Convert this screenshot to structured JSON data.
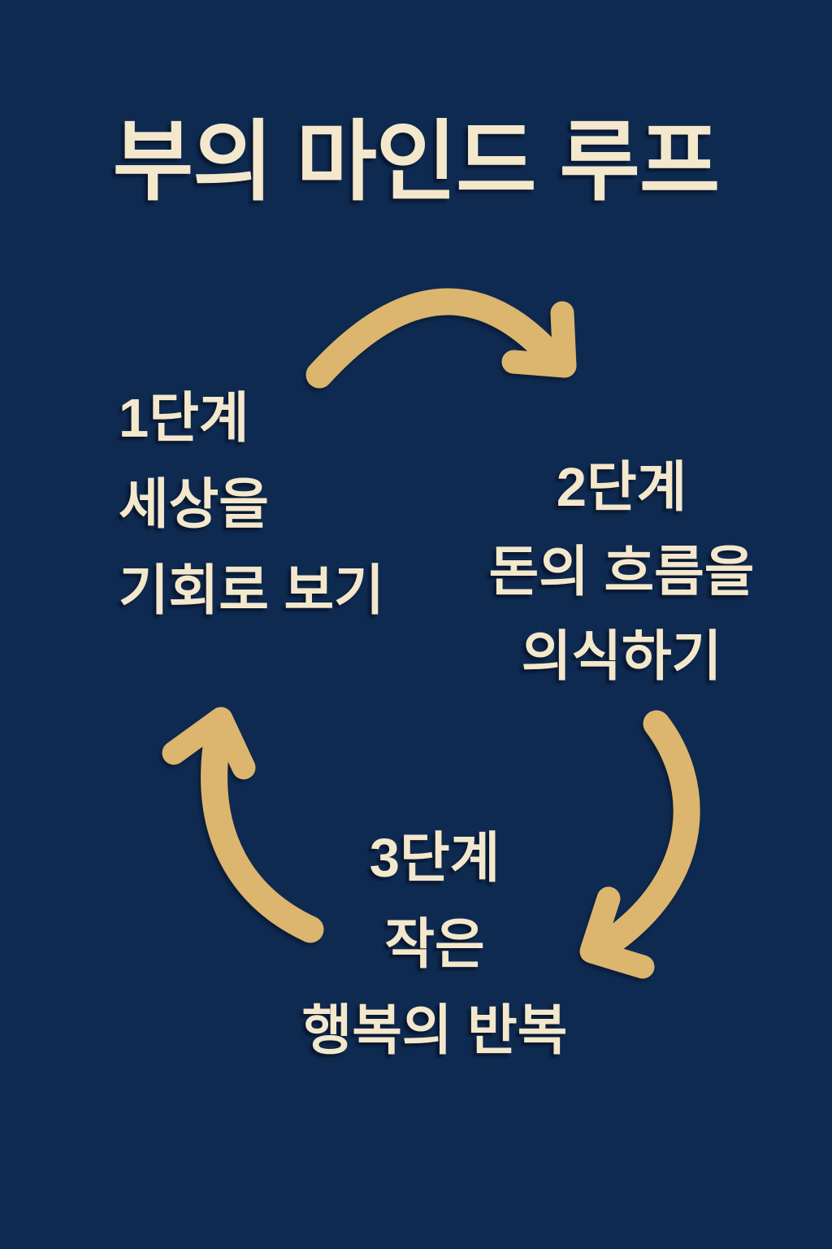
{
  "colors": {
    "background": "#0f2a50",
    "text": "#f4e8cc",
    "arrow": "#dcb56e"
  },
  "title": "부의 마인드 루프",
  "stages": [
    {
      "id": "stage-1",
      "lines": [
        "1단계",
        "세상을",
        "기회로 보기"
      ]
    },
    {
      "id": "stage-2",
      "lines": [
        "2단계",
        "돈의 흐름을",
        "의식하기"
      ]
    },
    {
      "id": "stage-3",
      "lines": [
        "3단계",
        "작은",
        "행복의 반복"
      ]
    }
  ],
  "arrows": [
    {
      "id": "arrow-stage1-to-stage2"
    },
    {
      "id": "arrow-stage2-to-stage3"
    },
    {
      "id": "arrow-stage3-to-stage1"
    }
  ]
}
